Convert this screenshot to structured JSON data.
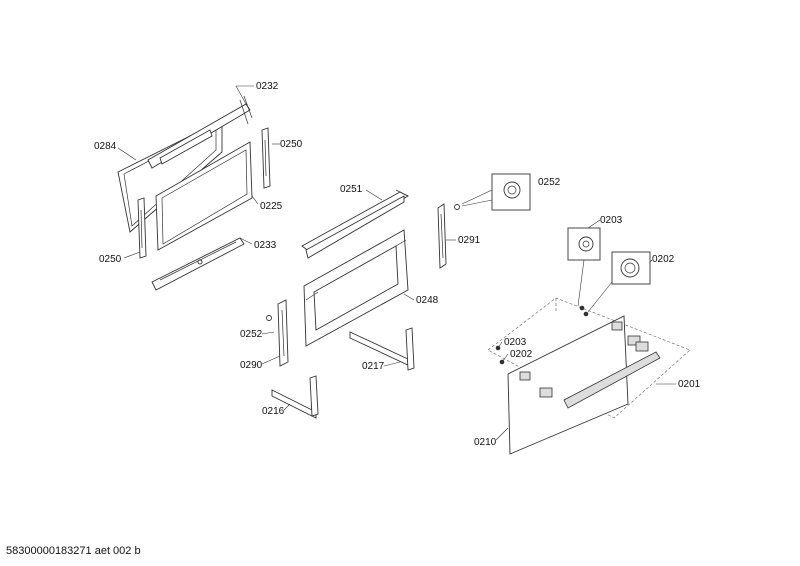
{
  "labels": {
    "p0232": "0232",
    "p0284": "0284",
    "p0250a": "0250",
    "p0225": "0225",
    "p0250b": "0250",
    "p0233": "0233",
    "p0251": "0251",
    "p0252a": "0252",
    "p0291": "0291",
    "p0248": "0248",
    "p0252b": "0252",
    "p0290": "0290",
    "p0217": "0217",
    "p0216": "0216",
    "p0203a": "0203",
    "p0202a": "0202",
    "p0203b": "0203",
    "p0202b": "0202",
    "p0201": "0201",
    "p0210": "0210"
  },
  "footer": "58300000183271 aet 002 b"
}
